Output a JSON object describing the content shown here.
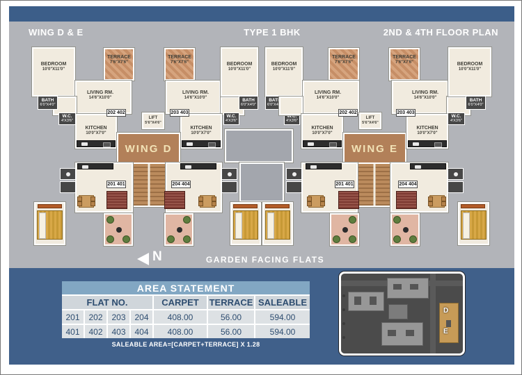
{
  "header": {
    "left": "WING D & E",
    "center": "TYPE 1 BHK",
    "right": "2ND & 4TH FLOOR PLAN"
  },
  "rooms": {
    "bedroom": {
      "name": "BEDROOM",
      "size": "10'0\"X11'0\""
    },
    "terrace": {
      "name": "TERRACE",
      "size": "7'6\"X7'6\""
    },
    "living": {
      "name": "LIVING RM.",
      "size": "14'6\"X10'0\""
    },
    "kitchen": {
      "name": "KITCHEN",
      "size": "10'0\"X7'0\""
    },
    "bath": {
      "name": "BATH",
      "size": "6'0\"X4'0\""
    },
    "wc": {
      "name": "W.C.",
      "size": "4'X3'6\""
    },
    "lift": {
      "name": "LIFT",
      "size": "5'6\"X4'6\""
    }
  },
  "wings": {
    "d": "WING D",
    "e": "WING E"
  },
  "flats": {
    "f201": "201 401",
    "f202": "202 402",
    "f203": "203 403",
    "f204": "204 404"
  },
  "compass": {
    "north": "N"
  },
  "caption": "GARDEN FACING FLATS",
  "area_table": {
    "title": "AREA STATEMENT",
    "col_flat": "FLAT NO.",
    "col_carpet": "CARPET",
    "col_terrace": "TERRACE",
    "col_saleable": "SALEABLE",
    "rows": [
      {
        "f1": "201",
        "f2": "202",
        "f3": "203",
        "f4": "204",
        "carpet": "408.00",
        "terrace": "56.00",
        "saleable": "594.00"
      },
      {
        "f1": "401",
        "f2": "402",
        "f3": "403",
        "f4": "404",
        "carpet": "408.00",
        "terrace": "56.00",
        "saleable": "594.00"
      }
    ],
    "note": "SALEABLE  AREA=[CARPET+TERRACE] X 1.28"
  },
  "keyplan": {
    "d": "D",
    "e": "E"
  },
  "colors": {
    "top_bar": "#3c5e89",
    "plan_background": "#b2b4b9",
    "bottom_background": "#40608a",
    "table_title_bg": "#82a7c3",
    "room_cream": "#f1ebdf",
    "terrace_tan": "#c68e66",
    "core_brown": "#b28059",
    "highlight_building": "#c79b57"
  }
}
